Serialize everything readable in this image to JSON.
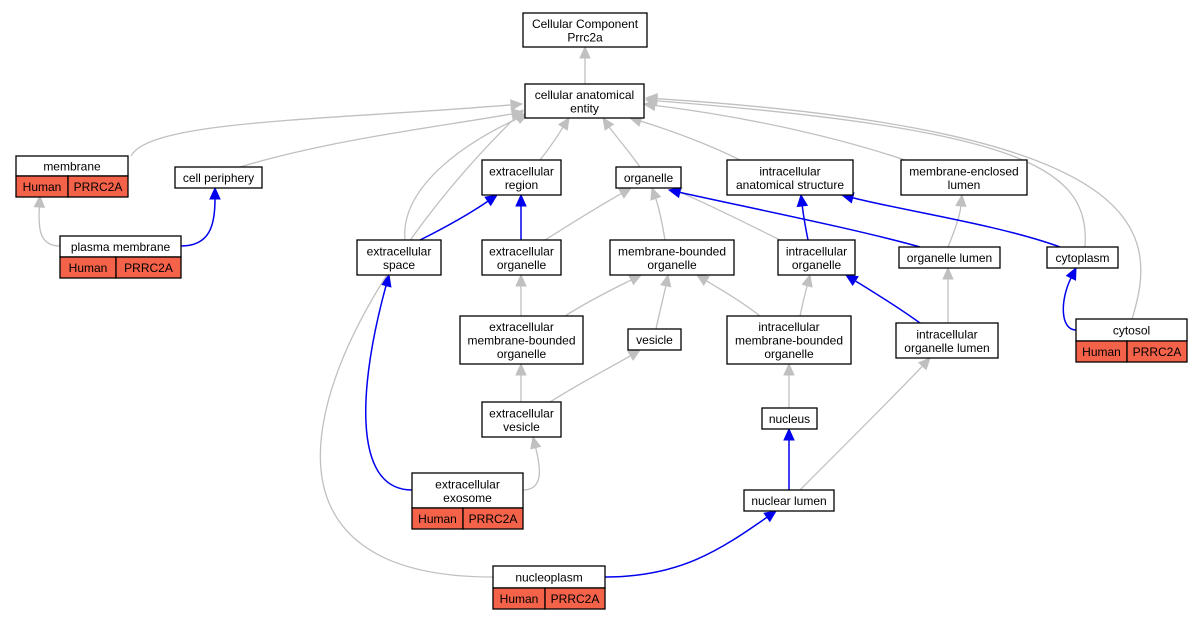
{
  "nodes": {
    "root": {
      "lines": [
        "Cellular Component",
        "Prrc2a"
      ]
    },
    "cae": {
      "lines": [
        "cellular anatomical",
        "entity"
      ]
    },
    "membrane": {
      "lines": [
        "membrane"
      ],
      "tags": [
        "Human",
        "PRRC2A"
      ]
    },
    "cellper": {
      "lines": [
        "cell periphery"
      ]
    },
    "pm": {
      "lines": [
        "plasma membrane"
      ],
      "tags": [
        "Human",
        "PRRC2A"
      ]
    },
    "exreg": {
      "lines": [
        "extracellular",
        "region"
      ]
    },
    "organelle": {
      "lines": [
        "organelle"
      ]
    },
    "ias": {
      "lines": [
        "intracellular",
        "anatomical structure"
      ]
    },
    "mel": {
      "lines": [
        "membrane-enclosed",
        "lumen"
      ]
    },
    "exspace": {
      "lines": [
        "extracellular",
        "space"
      ]
    },
    "exorg": {
      "lines": [
        "extracellular",
        "organelle"
      ]
    },
    "mbo": {
      "lines": [
        "membrane-bounded",
        "organelle"
      ]
    },
    "intraorg": {
      "lines": [
        "intracellular",
        "organelle"
      ]
    },
    "orglumen": {
      "lines": [
        "organelle lumen"
      ]
    },
    "cytoplasm": {
      "lines": [
        "cytoplasm"
      ]
    },
    "embo": {
      "lines": [
        "extracellular",
        "membrane-bounded",
        "organelle"
      ]
    },
    "vesicle": {
      "lines": [
        "vesicle"
      ]
    },
    "imbo": {
      "lines": [
        "intracellular",
        "membrane-bounded",
        "organelle"
      ]
    },
    "iol": {
      "lines": [
        "intracellular",
        "organelle lumen"
      ]
    },
    "cytosol": {
      "lines": [
        "cytosol"
      ],
      "tags": [
        "Human",
        "PRRC2A"
      ]
    },
    "exves": {
      "lines": [
        "extracellular",
        "vesicle"
      ]
    },
    "nucleus": {
      "lines": [
        "nucleus"
      ]
    },
    "exosome": {
      "lines": [
        "extracellular",
        "exosome"
      ],
      "tags": [
        "Human",
        "PRRC2A"
      ]
    },
    "nuclumen": {
      "lines": [
        "nuclear lumen"
      ]
    },
    "nucleoplasm": {
      "lines": [
        "nucleoplasm"
      ],
      "tags": [
        "Human",
        "PRRC2A"
      ]
    }
  },
  "edges": [
    {
      "from": "cae",
      "to": "root",
      "kind": "is_a"
    },
    {
      "from": "membrane",
      "to": "cae",
      "kind": "is_a"
    },
    {
      "from": "cellper",
      "to": "cae",
      "kind": "is_a"
    },
    {
      "from": "pm",
      "to": "membrane",
      "kind": "is_a"
    },
    {
      "from": "pm",
      "to": "cellper",
      "kind": "part_of"
    },
    {
      "from": "exreg",
      "to": "cae",
      "kind": "is_a"
    },
    {
      "from": "organelle",
      "to": "cae",
      "kind": "is_a"
    },
    {
      "from": "ias",
      "to": "cae",
      "kind": "is_a"
    },
    {
      "from": "mel",
      "to": "cae",
      "kind": "is_a"
    },
    {
      "from": "exspace",
      "to": "cae",
      "kind": "is_a"
    },
    {
      "from": "exspace",
      "to": "exreg",
      "kind": "part_of"
    },
    {
      "from": "exorg",
      "to": "exreg",
      "kind": "part_of"
    },
    {
      "from": "exorg",
      "to": "organelle",
      "kind": "is_a"
    },
    {
      "from": "mbo",
      "to": "organelle",
      "kind": "is_a"
    },
    {
      "from": "intraorg",
      "to": "organelle",
      "kind": "is_a"
    },
    {
      "from": "intraorg",
      "to": "ias",
      "kind": "part_of"
    },
    {
      "from": "orglumen",
      "to": "organelle",
      "kind": "part_of"
    },
    {
      "from": "orglumen",
      "to": "mel",
      "kind": "is_a"
    },
    {
      "from": "cytoplasm",
      "to": "ias",
      "kind": "part_of"
    },
    {
      "from": "cytoplasm",
      "to": "cae",
      "kind": "is_a"
    },
    {
      "from": "cytosol",
      "to": "cytoplasm",
      "kind": "part_of"
    },
    {
      "from": "cytosol",
      "to": "cae",
      "kind": "is_a"
    },
    {
      "from": "embo",
      "to": "exorg",
      "kind": "is_a"
    },
    {
      "from": "embo",
      "to": "mbo",
      "kind": "is_a"
    },
    {
      "from": "vesicle",
      "to": "mbo",
      "kind": "is_a"
    },
    {
      "from": "imbo",
      "to": "mbo",
      "kind": "is_a"
    },
    {
      "from": "imbo",
      "to": "intraorg",
      "kind": "is_a"
    },
    {
      "from": "iol",
      "to": "intraorg",
      "kind": "part_of"
    },
    {
      "from": "iol",
      "to": "orglumen",
      "kind": "is_a"
    },
    {
      "from": "exves",
      "to": "embo",
      "kind": "is_a"
    },
    {
      "from": "exves",
      "to": "vesicle",
      "kind": "is_a"
    },
    {
      "from": "nucleus",
      "to": "imbo",
      "kind": "is_a"
    },
    {
      "from": "exosome",
      "to": "exves",
      "kind": "is_a"
    },
    {
      "from": "exosome",
      "to": "exspace",
      "kind": "part_of"
    },
    {
      "from": "nuclumen",
      "to": "nucleus",
      "kind": "part_of"
    },
    {
      "from": "nuclumen",
      "to": "iol",
      "kind": "is_a"
    },
    {
      "from": "nucleoplasm",
      "to": "nuclumen",
      "kind": "part_of"
    },
    {
      "from": "nucleoplasm",
      "to": "cae",
      "kind": "is_a"
    }
  ]
}
